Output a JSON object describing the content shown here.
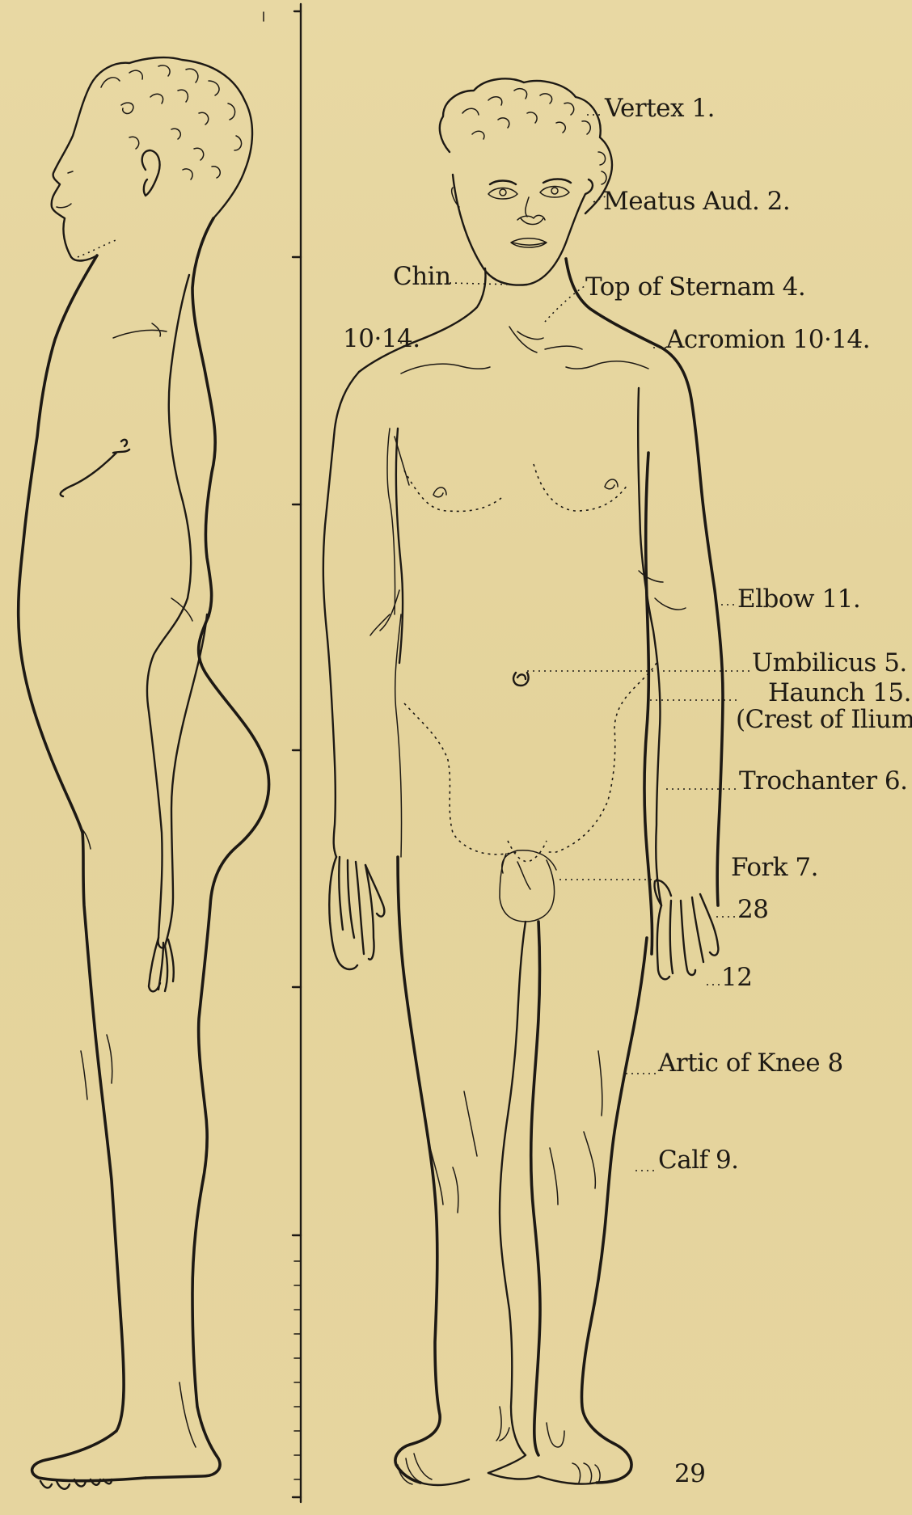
{
  "plate": {
    "background_color": "#e6d59e",
    "ink_color": "#1d1914",
    "page_number": "29"
  },
  "figures": {
    "side_view": "profile",
    "front_view": "frontal"
  },
  "labels": {
    "vertex": "Vertex 1.",
    "meatus": "Meatus Aud. 2.",
    "chin": "Chin",
    "sternum": "Top of Sternam 4.",
    "acromion_left": "10·14.",
    "acromion_right": "Acromion 10·14.",
    "elbow": "Elbow 11.",
    "umbilicus": "Umbilicus 5.",
    "haunch": "Haunch 15.",
    "ilium": "(Crest of Ilium)",
    "trochanter": "Trochanter 6.",
    "fork": "Fork 7.",
    "wrist": "28",
    "finger": "12",
    "knee": "Artic of Knee 8",
    "calf": "Calf 9."
  }
}
